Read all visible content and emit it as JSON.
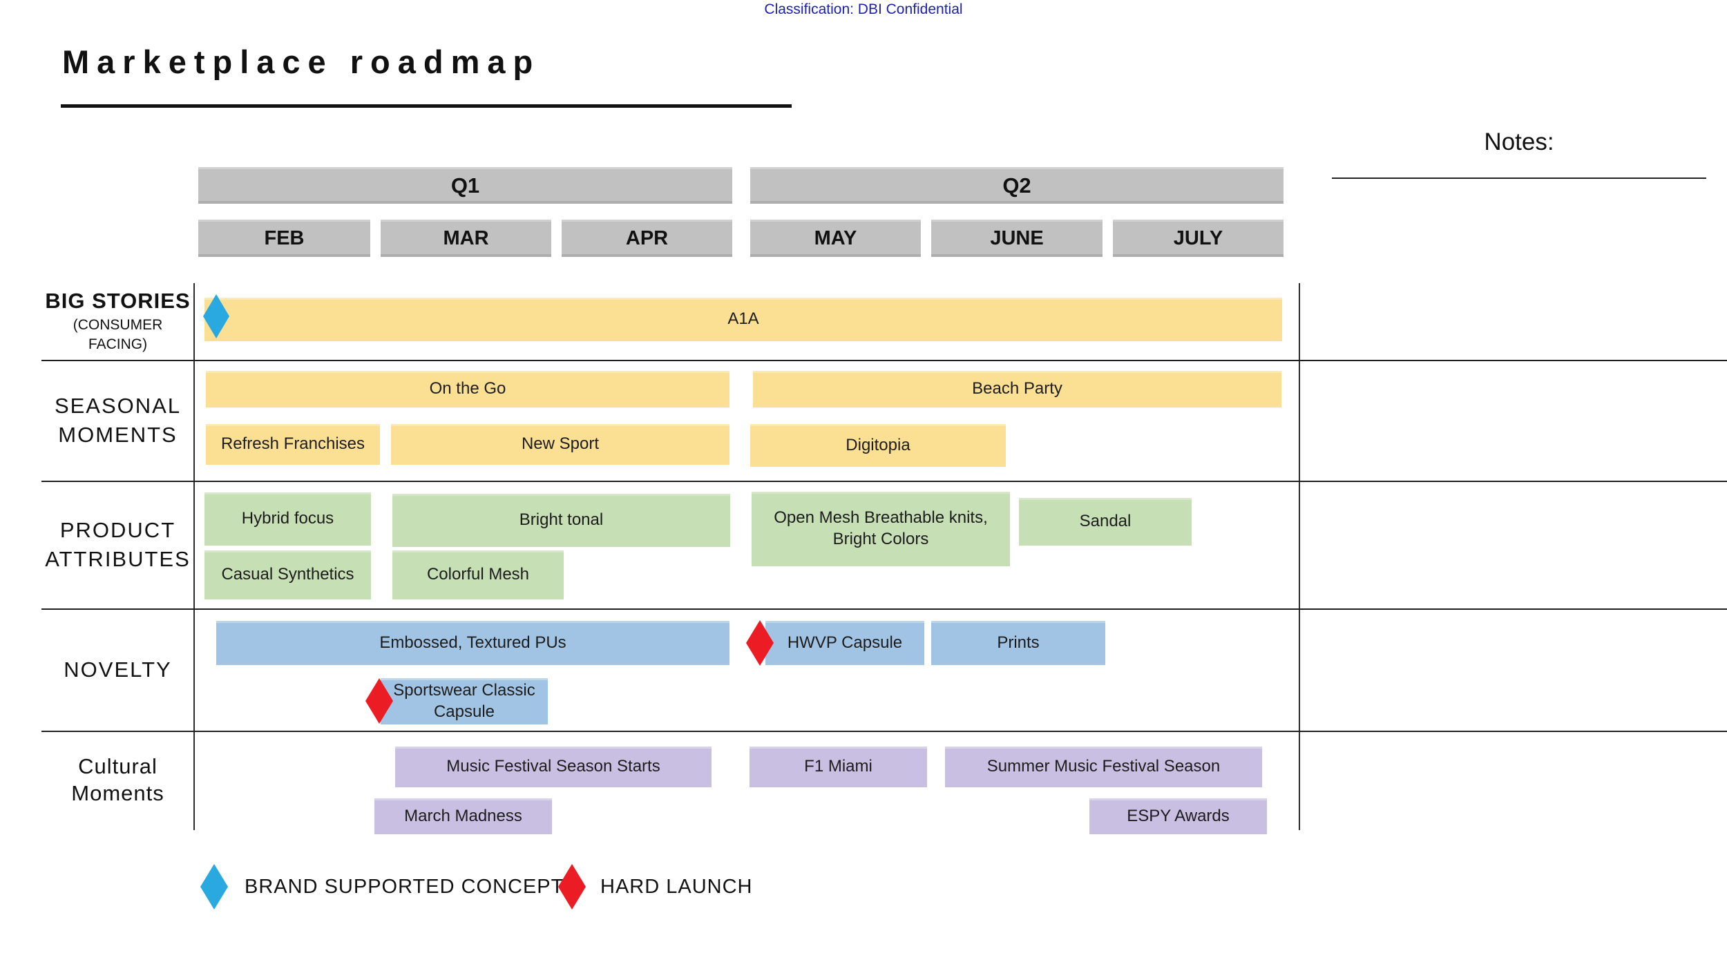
{
  "classification": "Classification: DBI Confidential",
  "title": "Marketplace roadmap",
  "notes": {
    "label": "Notes:"
  },
  "timeline": {
    "months": [
      "FEB",
      "MAR",
      "APR",
      "MAY",
      "JUNE",
      "JULY"
    ],
    "quarters": [
      {
        "label": "Q1",
        "months": [
          "FEB",
          "MAR",
          "APR"
        ]
      },
      {
        "label": "Q2",
        "months": [
          "MAY",
          "JUNE",
          "JULY"
        ]
      }
    ]
  },
  "rows": {
    "big_stories": {
      "label": "BIG STORIES",
      "sublabel_line1": "(CONSUMER",
      "sublabel_line2": "FACING)",
      "bars": [
        {
          "label": "A1A",
          "span": "FEB–JULY",
          "marker": "brand-supported-concept",
          "color": "#fbe093"
        }
      ]
    },
    "seasonal_moments": {
      "label_line1": "SEASONAL",
      "label_line2": "MOMENTS",
      "bars": [
        {
          "label": "On the Go",
          "span": "FEB–APR",
          "color": "#fbe093"
        },
        {
          "label": "Beach Party",
          "span": "MAY–JULY",
          "color": "#fbe093"
        },
        {
          "label": "Refresh Franchises",
          "span": "FEB",
          "color": "#fbe093"
        },
        {
          "label": "New Sport",
          "span": "MAR–APR",
          "color": "#fbe093"
        },
        {
          "label": "Digitopia",
          "span": "MAY–mid JUNE",
          "color": "#fbe093"
        }
      ]
    },
    "product_attributes": {
      "label_line1": "PRODUCT",
      "label_line2": "ATTRIBUTES",
      "bars": [
        {
          "label": "Hybrid focus",
          "span": "FEB",
          "color": "#c6dfb4"
        },
        {
          "label": "Bright tonal",
          "span": "MAR–APR",
          "color": "#c6dfb4"
        },
        {
          "label": "Open Mesh Breathable knits, Bright Colors",
          "span": "MAY–mid JUNE",
          "color": "#c6dfb4"
        },
        {
          "label": "Sandal",
          "span": "mid JUNE–mid JULY",
          "color": "#c6dfb4"
        },
        {
          "label": "Casual Synthetics",
          "span": "FEB",
          "color": "#c6dfb4"
        },
        {
          "label": "Colorful Mesh",
          "span": "MAR",
          "color": "#c6dfb4"
        }
      ]
    },
    "novelty": {
      "label": "NOVELTY",
      "bars": [
        {
          "label": "Embossed, Textured PUs",
          "span": "FEB–APR",
          "color": "#a2c4e4"
        },
        {
          "label": "HWVP Capsule",
          "span": "MAY",
          "marker": "hard-launch",
          "color": "#a2c4e4"
        },
        {
          "label": "Prints",
          "span": "JUNE",
          "color": "#a2c4e4"
        },
        {
          "label": "Sportswear Classic Capsule",
          "span": "MAR",
          "marker": "hard-launch",
          "color": "#a2c4e4"
        }
      ]
    },
    "cultural_moments": {
      "label_line1": "Cultural",
      "label_line2": "Moments",
      "bars": [
        {
          "label": "Music Festival Season Starts",
          "span": "MAR–APR",
          "color": "#c9bfe3"
        },
        {
          "label": "F1 Miami",
          "span": "MAY",
          "color": "#c9bfe3"
        },
        {
          "label": "Summer Music Festival Season",
          "span": "JUNE–JULY",
          "color": "#c9bfe3"
        },
        {
          "label": "March Madness",
          "span": "MAR",
          "color": "#c9bfe3"
        },
        {
          "label": "ESPY Awards",
          "span": "JULY",
          "color": "#c9bfe3"
        }
      ]
    }
  },
  "legend": {
    "items": [
      {
        "icon": "brand-supported-diamond",
        "label": "BRAND SUPPORTED CONCEPT",
        "color": "#29a9e0"
      },
      {
        "icon": "hard-launch-diamond",
        "label": "HARD LAUNCH",
        "color": "#eb1c24"
      }
    ]
  },
  "colors": {
    "header_gray": "#c1c1c1",
    "big_stories_and_seasonal": "#fbe093",
    "product_attributes": "#c6dfb4",
    "novelty": "#a2c4e4",
    "cultural_moments": "#c9bfe3",
    "brand_marker": "#29a9e0",
    "hard_launch_marker": "#eb1c24",
    "classification_text": "#1c21b0"
  }
}
